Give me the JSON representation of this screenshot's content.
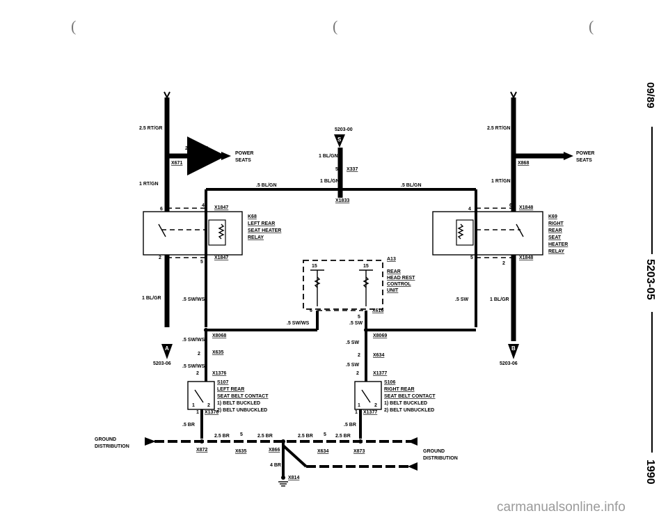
{
  "labels": {
    "w_rtgn_left": "2.5 RT/GR",
    "w_rtgn_left_b": "2.5 RT/GR",
    "power_seats_left_1": "POWER",
    "power_seats_left_2": "SEATS",
    "x671": "X671",
    "w_1rtgn_left": "1 RT/GN",
    "w_5blgn_left": ".5 BL/GN",
    "ref_5203_00": "5203-00",
    "w_1blgn_top": "1 BL/GN",
    "x337": "X337",
    "w_1blgn_mid": "1 BL/GN",
    "w_5blgn_right": ".5 BL/GN",
    "x1833": "X1833",
    "w_rtgn_right": "2.5 RT/GN",
    "power_seats_right_1": "POWER",
    "power_seats_right_2": "SEATS",
    "x868": "X868",
    "w_1rtgn_right": "1 RT/GN",
    "x1847_top": "X1847",
    "k68_1": "K68",
    "k68_2": "LEFT REAR",
    "k68_3": "SEAT HEATER",
    "k68_4": "RELAY",
    "x1847_bot": "X1847",
    "x1848_top": "X1848",
    "k69_1": "K69",
    "k69_2": "RIGHT",
    "k69_3": "REAR",
    "k69_4": "SEAT",
    "k69_5": "HEATER",
    "k69_6": "RELAY",
    "x1848_bot": "X1848",
    "a13_1": "A13",
    "a13_2": "REAR",
    "a13_3": "HEAD REST",
    "a13_4": "CONTROL",
    "a13_5": "UNIT",
    "x616": "X616",
    "w_5swws_a13": ".5 SW/WS",
    "w_5sw_a13": ".5 SW",
    "w_1blgr_left": "1 BL/GR",
    "w_5swws_left": ".5 SW/WS",
    "w_5sw_right": ".5 SW",
    "w_1blgr_right": "1 BL/GR",
    "x8068": "X8068",
    "w_5swws_left2": ".5 SW/WS",
    "x8069": "X8069",
    "w_5sw_right2": ".5 SW",
    "ref_a": "5203-06",
    "ref_b": "5203-06",
    "x635": "X635",
    "w_5swws_left3": ".5 SW/WS",
    "x634": "X634",
    "w_5sw_right3": ".5 SW",
    "x1376": "X1376",
    "x1377": "X1377",
    "s107_1": "S107",
    "s107_2": "LEFT REAR",
    "s107_3": "SEAT BELT CONTACT",
    "s107_4": "1) BELT BUCKLED",
    "s107_5": "2) BELT UNBUCKLED",
    "s106_1": "S106",
    "s106_2": "RIGHT REAR",
    "s106_3": "SEAT BELT CONTACT",
    "s106_4": "1) BELT BUCKLED",
    "s106_5": "2) BELT UNBUCKLED",
    "x1376_b": "X1376",
    "x1377_b": "X1377",
    "w_5br_left": ".5 BR",
    "w_5br_right": ".5 BR",
    "ground_left_1": "GROUND",
    "ground_left_2": "DISTRIBUTION",
    "w_25br_1": "2.5 BR",
    "w_25br_2": "2.5 BR",
    "w_25br_3": "2.5 BR",
    "w_25br_4": "2.5 BR",
    "x872": "X872",
    "x635_g": "X635",
    "x866": "X866",
    "x634_g": "X634",
    "x873": "X873",
    "ground_right_1": "GROUND",
    "ground_right_2": "DISTRIBUTION",
    "w_4br": "4 BR",
    "x814": "X814",
    "conn_s": "S",
    "conn_a": "A",
    "conn_b": "B",
    "pin_5": "5",
    "pin_4": "4",
    "pin_6": "6",
    "pin_2": "2",
    "pin_1": "1",
    "pin_15": "15"
  },
  "side_text": {
    "date": "09/89",
    "section": "5203-05",
    "year": "1990"
  },
  "watermark": "carmanualsonline.info"
}
